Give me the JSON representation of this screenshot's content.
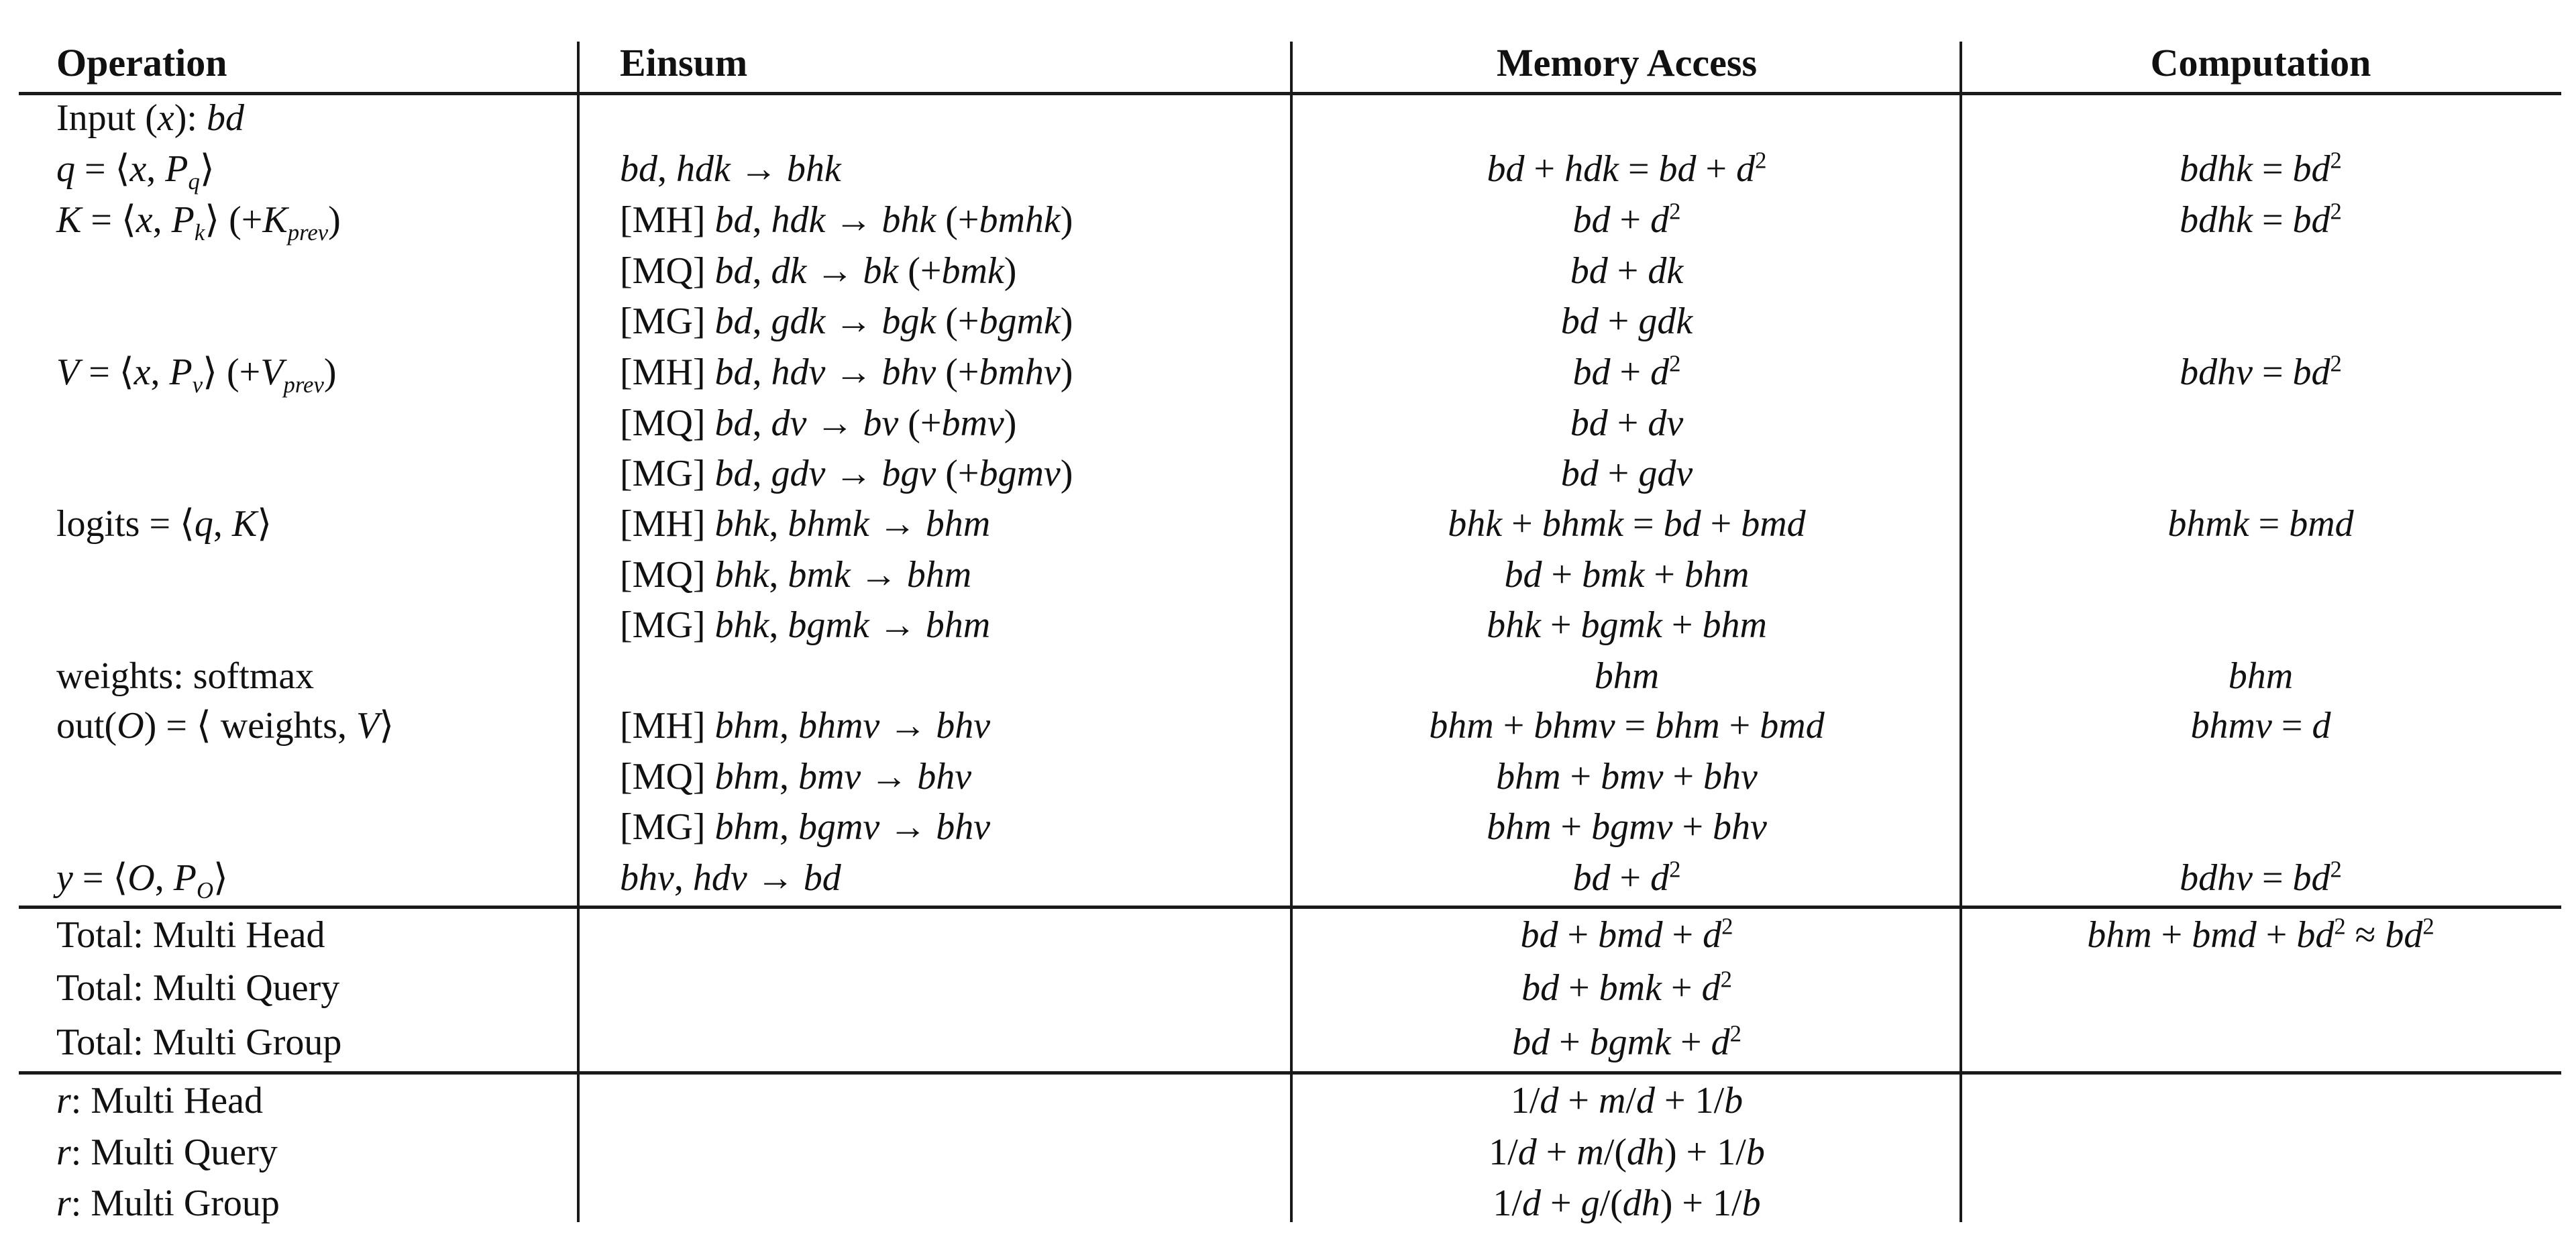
{
  "table": {
    "headers": [
      "Operation",
      "Einsum",
      "Memory Access",
      "Computation"
    ],
    "rows": [
      {
        "op_html": "Input (<i>x</i>): <i>bd</i>",
        "einsum_html": "",
        "memory_html": "",
        "compute_html": ""
      },
      {
        "op_html": "<i>q</i> = ⟨<i>x</i>, <i>P</i><sub>q</sub>⟩",
        "einsum_html": "<i>bd</i>, <i>hdk</i> → <i>bhk</i>",
        "memory_html": "<i>bd</i> + <i>hdk</i> = <i>bd</i> + <i>d</i><sup class=\"n\">2</sup>",
        "compute_html": "<i>bdhk</i> = <i>bd</i><sup class=\"n\">2</sup>"
      },
      {
        "op_html": "<i>K</i> = ⟨<i>x</i>, <i>P</i><sub>k</sub>⟩ (+<i>K</i><sub>prev</sub>)",
        "einsum_html": "[MH] <i>bd</i>, <i>hdk</i> → <i>bhk</i> (+<i>bmhk</i>)",
        "memory_html": "<i>bd</i> + <i>d</i><sup class=\"n\">2</sup>",
        "compute_html": "<i>bdhk</i> = <i>bd</i><sup class=\"n\">2</sup>"
      },
      {
        "op_html": "",
        "einsum_html": "[MQ] <i>bd</i>, <i>dk</i> → <i>bk</i> (+<i>bmk</i>)",
        "memory_html": "<i>bd</i> + <i>dk</i>",
        "compute_html": ""
      },
      {
        "op_html": "",
        "einsum_html": "[MG] <i>bd</i>, <i>gdk</i> → <i>bgk</i> (+<i>bgmk</i>)",
        "memory_html": "<i>bd</i> + <i>gdk</i>",
        "compute_html": ""
      },
      {
        "op_html": "<i>V</i> = ⟨<i>x</i>, <i>P</i><sub>v</sub>⟩ (+<i>V</i><sub>prev</sub>)",
        "einsum_html": "[MH] <i>bd</i>, <i>hdv</i> → <i>bhv</i> (+<i>bmhv</i>)",
        "memory_html": "<i>bd</i> + <i>d</i><sup class=\"n\">2</sup>",
        "compute_html": "<i>bdhv</i> = <i>bd</i><sup class=\"n\">2</sup>"
      },
      {
        "op_html": "",
        "einsum_html": "[MQ] <i>bd</i>, <i>dv</i> → <i>bv</i> (+<i>bmv</i>)",
        "memory_html": "<i>bd</i> + <i>dv</i>",
        "compute_html": ""
      },
      {
        "op_html": "",
        "einsum_html": "[MG] <i>bd</i>, <i>gdv</i> → <i>bgv</i> (+<i>bgmv</i>)",
        "memory_html": "<i>bd</i> + <i>gdv</i>",
        "compute_html": ""
      },
      {
        "op_html": "logits = ⟨<i>q</i>, <i>K</i>⟩",
        "einsum_html": "[MH] <i>bhk</i>, <i>bhmk</i> → <i>bhm</i>",
        "memory_html": "<i>bhk</i> + <i>bhmk</i> = <i>bd</i> + <i>bmd</i>",
        "compute_html": "<i>bhmk</i> = <i>bmd</i>"
      },
      {
        "op_html": "",
        "einsum_html": "[MQ] <i>bhk</i>, <i>bmk</i> → <i>bhm</i>",
        "memory_html": "<i>bd</i> + <i>bmk</i> + <i>bhm</i>",
        "compute_html": ""
      },
      {
        "op_html": "",
        "einsum_html": "[MG] <i>bhk</i>, <i>bgmk</i> → <i>bhm</i>",
        "memory_html": "<i>bhk</i> + <i>bgmk</i> + <i>bhm</i>",
        "compute_html": ""
      },
      {
        "op_html": "weights: softmax",
        "einsum_html": "",
        "memory_html": "<i>bhm</i>",
        "compute_html": "<i>bhm</i>"
      },
      {
        "op_html": "out(<i>O</i>) = ⟨ weights, <i>V</i>⟩",
        "einsum_html": "[MH] <i>bhm</i>, <i>bhmv</i> → <i>bhv</i>",
        "memory_html": "<i>bhm</i> + <i>bhmv</i> = <i>bhm</i> + <i>bmd</i>",
        "compute_html": "<i>bhmv</i> = <i>d</i>"
      },
      {
        "op_html": "",
        "einsum_html": "[MQ] <i>bhm</i>, <i>bmv</i> → <i>bhv</i>",
        "memory_html": "<i>bhm</i> + <i>bmv</i> + <i>bhv</i>",
        "compute_html": ""
      },
      {
        "op_html": "",
        "einsum_html": "[MG] <i>bhm</i>, <i>bgmv</i> → <i>bhv</i>",
        "memory_html": "<i>bhm</i> + <i>bgmv</i> + <i>bhv</i>",
        "compute_html": ""
      },
      {
        "op_html": "<i>y</i> = ⟨<i>O</i>, <i>P</i><sub>O</sub>⟩",
        "einsum_html": "<i>bhv</i>, <i>hdv</i> → <i>bd</i>",
        "memory_html": "<i>bd</i> + <i>d</i><sup class=\"n\">2</sup>",
        "compute_html": "<i>bdhv</i> = <i>bd</i><sup class=\"n\">2</sup>"
      },
      {
        "op_html": "Total: Multi Head",
        "einsum_html": "",
        "memory_html": "<i>bd</i> + <i>bmd</i> + <i>d</i><sup class=\"n\">2</sup>",
        "compute_html": "<i>bhm</i> + <i>bmd</i> + <i>bd</i><sup class=\"n\">2</sup> ≈ <i>bd</i><sup class=\"n\">2</sup>"
      },
      {
        "op_html": "Total: Multi Query",
        "einsum_html": "",
        "memory_html": "<i>bd</i> + <i>bmk</i> + <i>d</i><sup class=\"n\">2</sup>",
        "compute_html": ""
      },
      {
        "op_html": "Total: Multi Group",
        "einsum_html": "",
        "memory_html": "<i>bd</i> + <i>bgmk</i> + <i>d</i><sup class=\"n\">2</sup>",
        "compute_html": ""
      },
      {
        "op_html": "<i>r</i>: Multi Head",
        "einsum_html": "",
        "memory_html": "1/<i>d</i> + <i>m</i>/<i>d</i> + 1/<i>b</i>",
        "compute_html": ""
      },
      {
        "op_html": "<i>r</i>: Multi Query",
        "einsum_html": "",
        "memory_html": "1/<i>d</i> + <i>m</i>/(<i>dh</i>) + 1/<i>b</i>",
        "compute_html": ""
      },
      {
        "op_html": "<i>r</i>: Multi Group",
        "einsum_html": "",
        "memory_html": "1/<i>d</i> + <i>g</i>/(<i>dh</i>) + 1/<i>b</i>",
        "compute_html": ""
      }
    ]
  }
}
